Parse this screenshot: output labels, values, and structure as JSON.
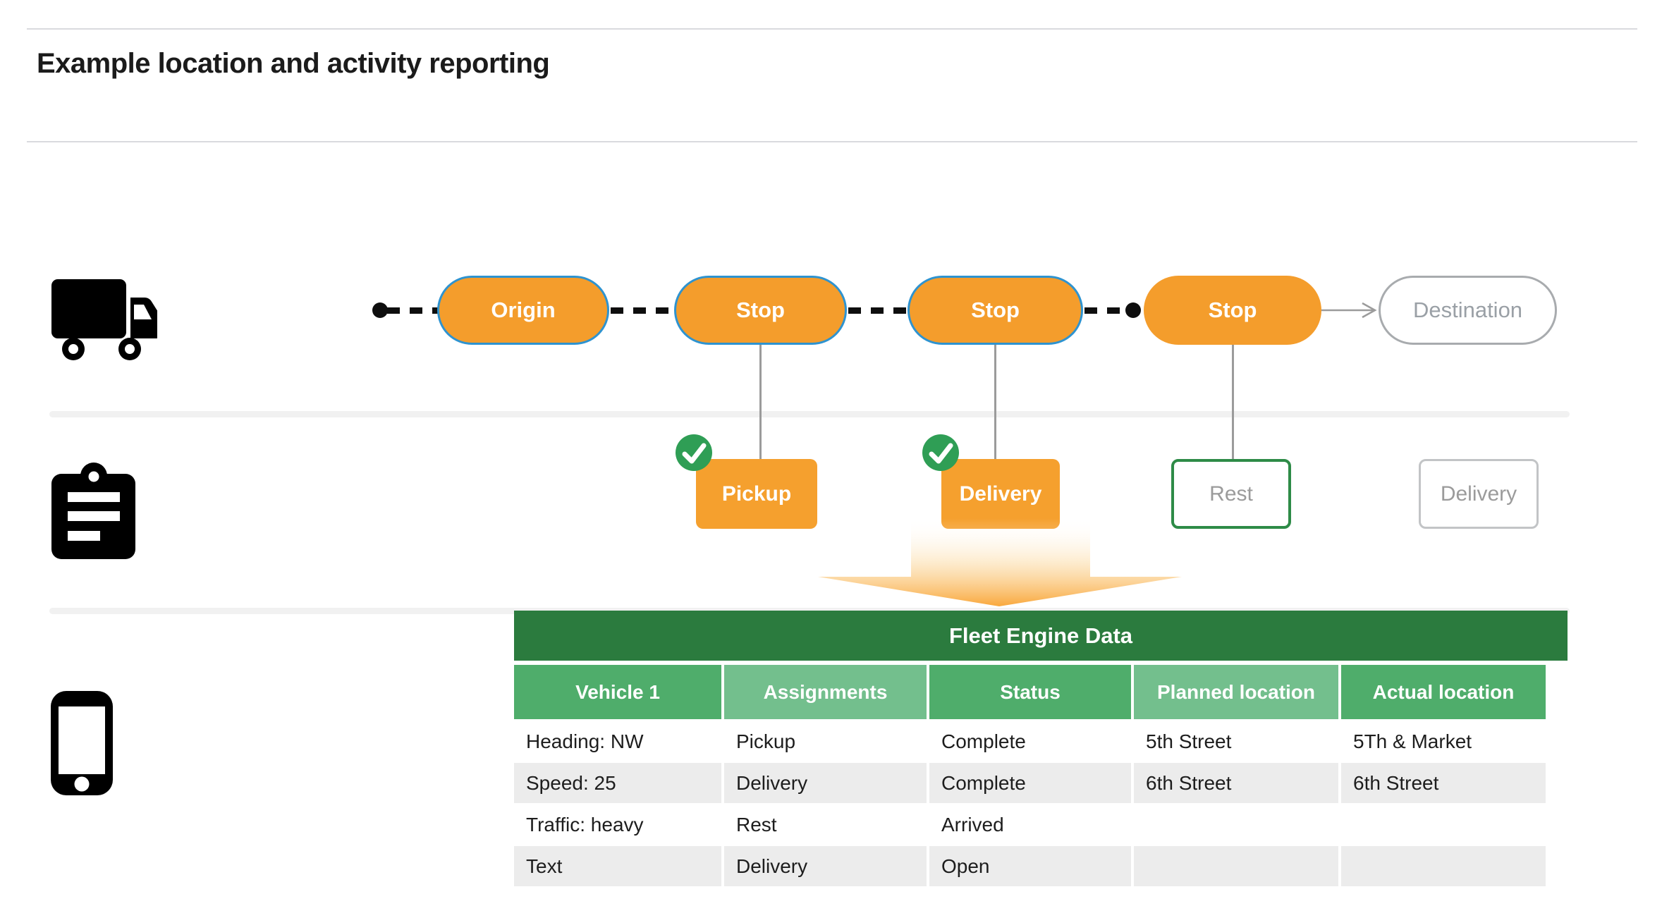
{
  "page": {
    "title": "Example location and activity reporting"
  },
  "route": {
    "stops": [
      {
        "label": "Origin"
      },
      {
        "label": "Stop"
      },
      {
        "label": "Stop"
      },
      {
        "label": "Stop"
      },
      {
        "label": "Destination"
      }
    ]
  },
  "activities": [
    {
      "label": "Pickup",
      "state": "completed"
    },
    {
      "label": "Delivery",
      "state": "completed"
    },
    {
      "label": "Rest",
      "state": "current"
    },
    {
      "label": "Delivery",
      "state": "upcoming"
    }
  ],
  "table": {
    "title": "Fleet Engine Data",
    "columns": [
      "Vehicle 1",
      "Assignments",
      "Status",
      "Planned location",
      "Actual location"
    ],
    "rows": [
      [
        "Heading: NW",
        "Pickup",
        "Complete",
        "5th Street",
        "5Th & Market"
      ],
      [
        "Speed: 25",
        "Delivery",
        "Complete",
        "6th Street",
        "6th Street"
      ],
      [
        "Traffic: heavy",
        "Rest",
        "Arrived",
        "",
        ""
      ],
      [
        "Text",
        "Delivery",
        "Open",
        "",
        ""
      ]
    ]
  },
  "icons": {
    "truck": "delivery-truck",
    "clipboard": "task-list",
    "phone": "mobile-device",
    "check": "completed-checkmark"
  },
  "colors": {
    "orange": "#F49D2C",
    "blue_border": "#2E93D0",
    "green_check": "#2F9E55",
    "green_dark": "#2B7B3E",
    "green_medium": "#4FAD6B",
    "green_light": "#73BF8D",
    "gray_text": "#9AA0A6",
    "row_alt": "#ECECEC"
  }
}
